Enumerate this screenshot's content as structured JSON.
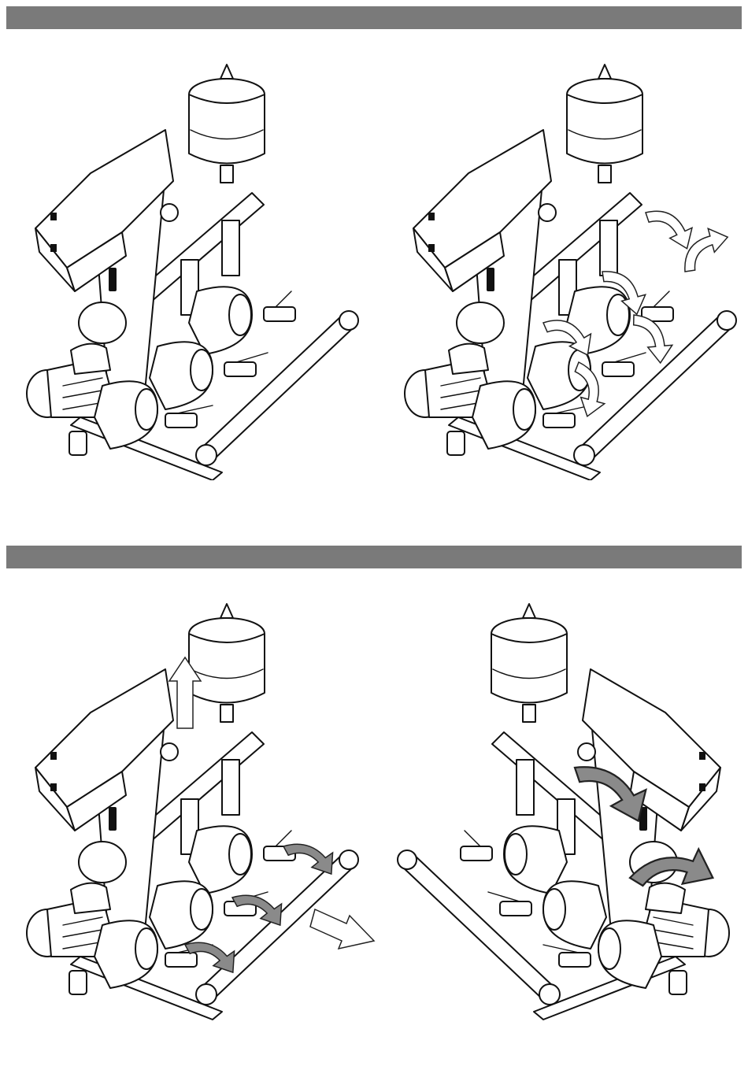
{
  "colors": {
    "section_bar": "#7a7a7a",
    "line": "#111111",
    "highlight_arrow": "#8a8a8a",
    "background": "#ffffff"
  },
  "sections": [
    {
      "panels": [
        "pump-unit-assembled",
        "pump-unit-rotate-components"
      ]
    },
    {
      "panels": [
        "pump-unit-remove-tank-and-manifold",
        "pump-unit-reoriented"
      ]
    }
  ],
  "icons": {
    "rotate_arrow": "curved-rotate-arrow-icon",
    "move_arrow": "straight-move-arrow-icon",
    "highlight_arrow": "grey-curved-arrow-icon"
  }
}
